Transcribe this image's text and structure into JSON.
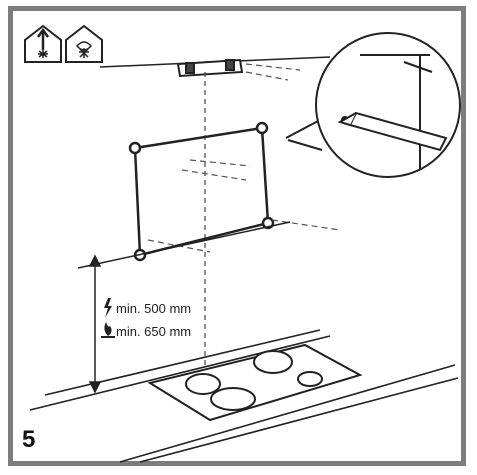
{
  "diagram": {
    "step_number": "5",
    "electric_label": "min. 500 mm",
    "gas_label": "min. 650 mm",
    "icons": {
      "extraction_mode": "house-extraction-icon",
      "recirculation_mode": "house-recirculation-icon",
      "electric": "lightning-icon",
      "gas": "flame-icon",
      "pencil": "pencil-marking-icon"
    },
    "colors": {
      "frame": "#7d7d7d",
      "line": "#222222",
      "dashed": "#555555"
    }
  }
}
